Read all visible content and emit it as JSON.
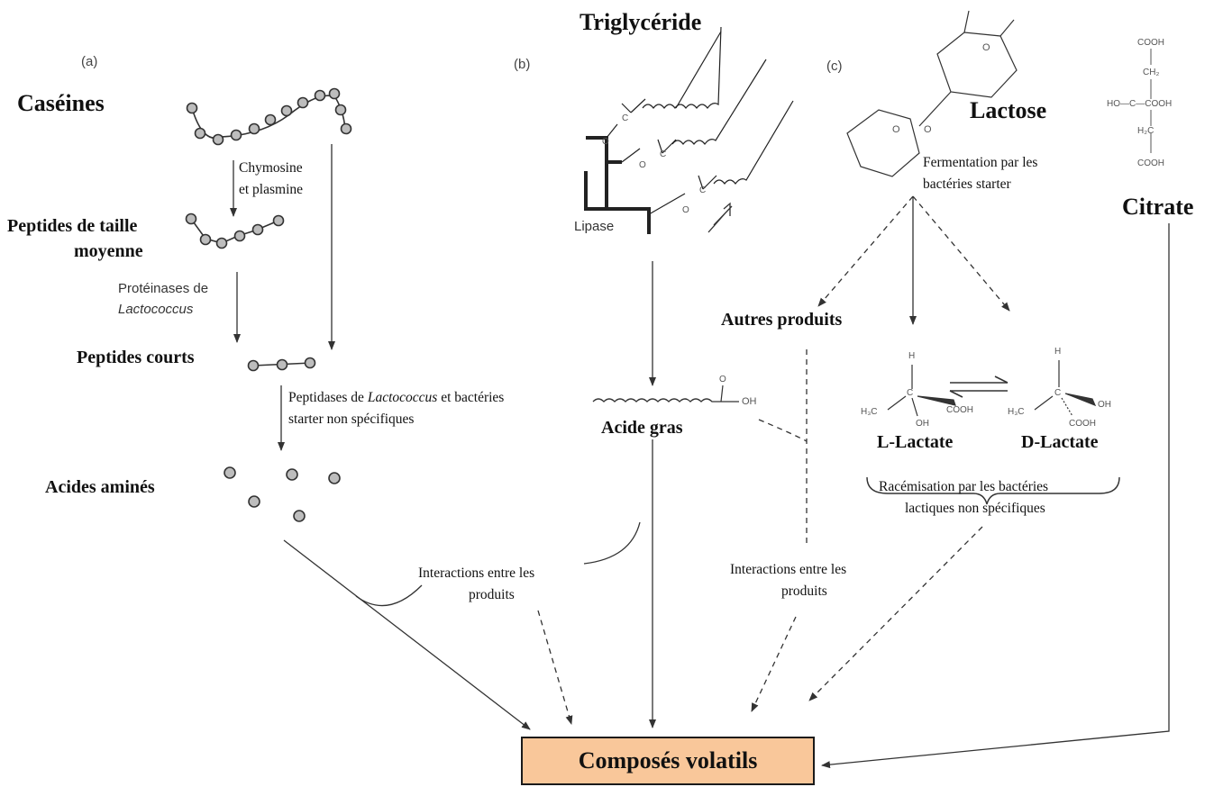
{
  "panels": {
    "a": "(a)",
    "b": "(b)",
    "c": "(c)"
  },
  "casein": {
    "caseines": "Caséines",
    "enzyme_line1": "Chymosine",
    "enzyme_line2": "et plasmine",
    "medium_peptides_line1": "Peptides de taille",
    "medium_peptides_line2": "moyenne",
    "proteinases_line1": "Protéinases de",
    "proteinases_line2": "Lactococcus",
    "short_peptides": "Peptides courts",
    "peptidases_pre": "Peptidases de ",
    "peptidases_italic": "Lactococcus",
    "peptidases_post": " et bactéries",
    "peptidases_line2": "starter non spécifiques",
    "amino_acids": "Acides aminés"
  },
  "lipid": {
    "triglyceride": "Triglycéride",
    "lipase": "Lipase",
    "fatty_acid": "Acide gras",
    "oh": "OH",
    "o": "O",
    "c": "C"
  },
  "lactose": {
    "lactose": "Lactose",
    "ring_o": "O",
    "fermentation_line1": "Fermentation par les",
    "fermentation_line2": "bactéries starter",
    "other_products": "Autres produits",
    "l_lactate": "L-Lactate",
    "d_lactate": "D-Lactate",
    "racemisation_line1": "Racémisation par les bactéries",
    "racemisation_line2": "lactiques non spécifiques",
    "h": "H",
    "h3c": "H₃C",
    "cooh": "COOH",
    "oh": "OH",
    "c": "C"
  },
  "citrate": {
    "citrate": "Citrate",
    "cooh": "COOH",
    "ch2": "CH₂",
    "ho_c_cooh": "HO—C—COOH",
    "h2c": "H₂C"
  },
  "interactions_left_line1": "Interactions entre les",
  "interactions_left_line2": "produits",
  "interactions_right_line1": "Interactions entre les",
  "interactions_right_line2": "produits",
  "final_box": "Composés volatils",
  "colors": {
    "box_fill": "#f9c79a",
    "line": "#333333"
  }
}
